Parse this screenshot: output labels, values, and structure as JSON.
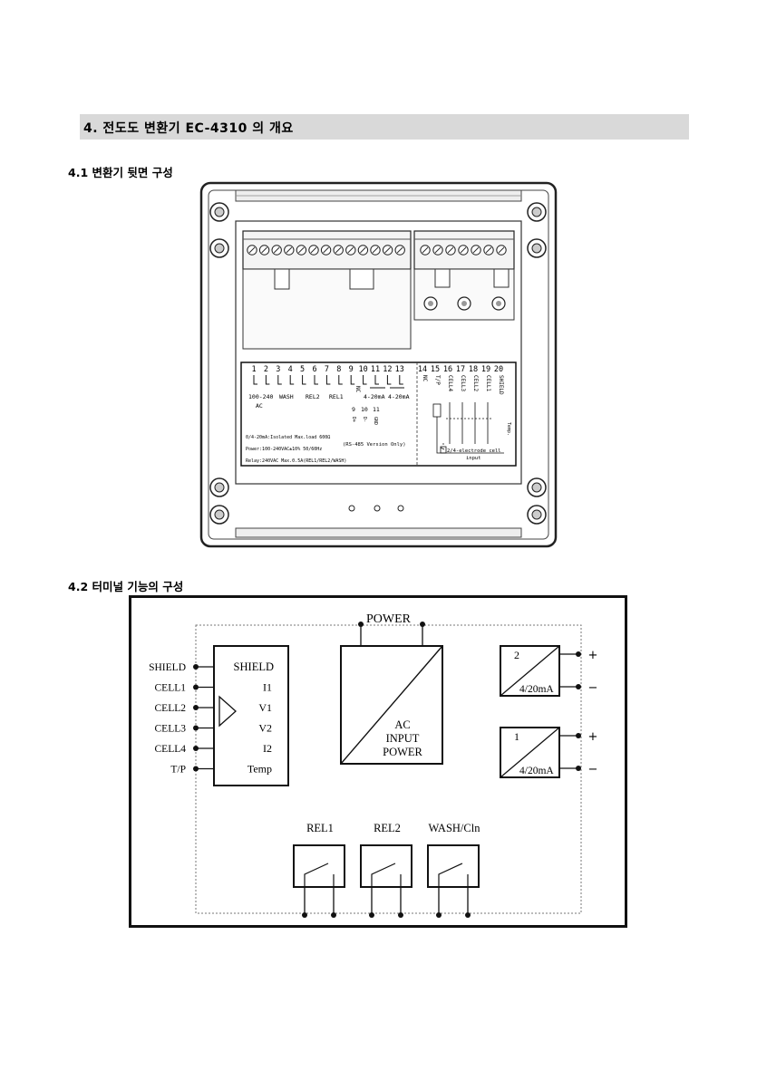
{
  "section": {
    "title": "4. 전도도 변환기 EC-4310 의 개요"
  },
  "rear_view": {
    "heading": "4.1 변환기 뒷면 구성",
    "terminal_numbers": [
      "1",
      "2",
      "3",
      "4",
      "5",
      "6",
      "7",
      "8",
      "9",
      "10",
      "11",
      "12",
      "13",
      "14",
      "15",
      "16",
      "17",
      "18",
      "19",
      "20"
    ],
    "labels": {
      "power": "100-240",
      "ac": "AC",
      "wash": "WASH",
      "rel2": "REL2",
      "rel1": "REL1",
      "nc1": "NC",
      "ma1": "4-20mA",
      "ma2": "4-20mA",
      "nc2": "NC",
      "tp": "T/P",
      "cell4": "CELL4",
      "cell3": "CELL3",
      "cell2": "CELL2",
      "cell1": "CELL1",
      "shield": "SHIELD",
      "rs485_numbers": [
        "9",
        "10",
        "11"
      ],
      "rs485_pins": [
        "D+",
        "D-",
        "GND"
      ],
      "rs485_note": "(RS-485 Version Only)",
      "spec1": "0/4-20mA:Isolated Max.load 600Ω",
      "spec2": "Power:100-240VAC±10% 50/60Hz",
      "spec3": "Relay:240VAC Max.0.5A(REL1/REL2/WASH)",
      "electrode": "2/4-electrode cell",
      "input": "input",
      "temp": "Temp."
    }
  },
  "terminal_diagram": {
    "heading": "4.2 터미널 기능의 구성",
    "power_label": "POWER",
    "input_pins": [
      "SHIELD",
      "CELL1",
      "CELL2",
      "CELL3",
      "CELL4",
      "T/P"
    ],
    "input_block": [
      "SHIELD",
      "I1",
      "V1",
      "V2",
      "I2",
      "Temp"
    ],
    "ac_block": [
      "AC",
      "INPUT",
      "POWER"
    ],
    "outputs": [
      {
        "number": "2",
        "label": "4/20mA",
        "plus": "+",
        "minus": "−"
      },
      {
        "number": "1",
        "label": "4/20mA",
        "plus": "+",
        "minus": "−"
      }
    ],
    "relays": [
      "REL1",
      "REL2",
      "WASH/Cln"
    ]
  }
}
